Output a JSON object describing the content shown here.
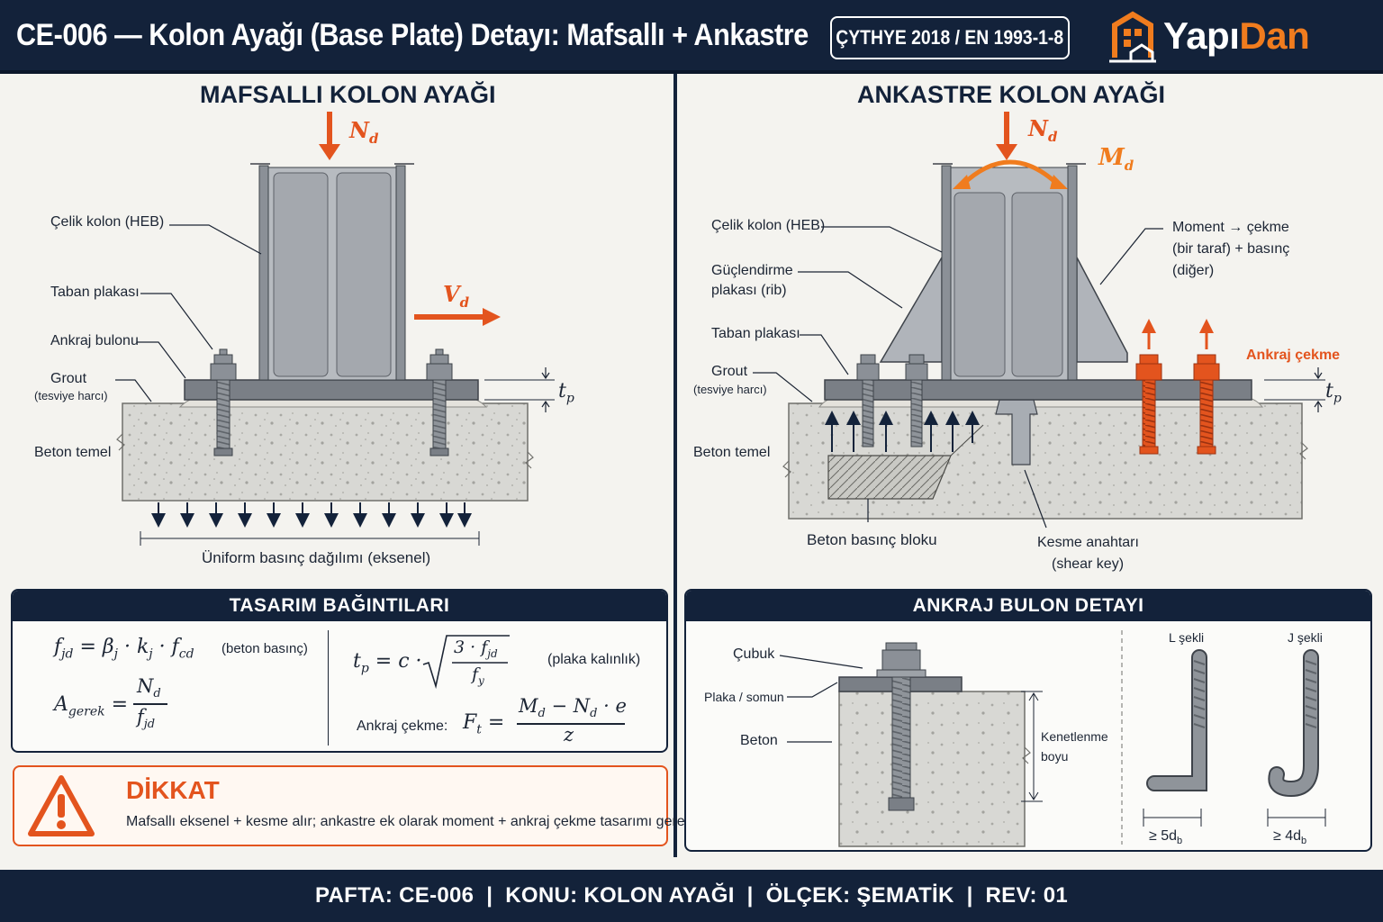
{
  "header": {
    "title": "CE-006 — Kolon Ayağı (Base Plate) Detayı: Mafsallı + Ankastre",
    "standard": "ÇYTHYE 2018 / EN 1993-1-8",
    "brand_part1": "Yapı",
    "brand_part2": "Dan"
  },
  "left_panel": {
    "title": "MAFSALLI KOLON AYAĞI",
    "load_n": "N",
    "load_n_sub": "d",
    "load_v": "V",
    "load_v_sub": "d",
    "labels": {
      "column": "Çelik kolon (HEB)",
      "base_plate": "Taban plakası",
      "anchor_bolt": "Ankraj bulonu",
      "grout": "Grout",
      "grout_sub": "(tesviye harcı)",
      "concrete": "Beton temel",
      "tp": "t",
      "tp_sub": "p",
      "pressure": "Üniform basınç dağılımı (eksenel)"
    }
  },
  "right_panel": {
    "title": "ANKASTRE KOLON AYAĞI",
    "load_n": "N",
    "load_n_sub": "d",
    "load_m": "M",
    "load_m_sub": "d",
    "labels": {
      "column": "Çelik kolon (HEB)",
      "rib1": "Güçlendirme",
      "rib2": "plakası (rib)",
      "base_plate": "Taban plakası",
      "grout": "Grout",
      "grout_sub": "(tesviye harcı)",
      "concrete": "Beton temel",
      "moment1": "Moment → çekme",
      "moment2": "(bir taraf) + basınç",
      "moment3": "(diğer)",
      "anchor_tension": "Ankraj çekme",
      "tp": "t",
      "tp_sub": "p",
      "block": "Beton basınç bloku",
      "shear_key1": "Kesme anahtarı",
      "shear_key2": "(shear key)"
    }
  },
  "formulas": {
    "title": "TASARIM BAĞINTILARI",
    "f1_note": "(beton basınç)",
    "f2_note": "(plaka kalınlık)",
    "f4_label": "Ankraj çekme:",
    "f1_lhs": "f",
    "f1_lhs_sub": "jd",
    "f1_rhs_b": "β",
    "f1_rhs_b_sub": "j",
    "f1_rhs_k": "k",
    "f1_rhs_k_sub": "j",
    "f1_rhs_f": "f",
    "f1_rhs_f_sub": "cd",
    "f3_lhs": "A",
    "f3_lhs_sub": "gerek",
    "f3_num": "N",
    "f3_num_sub": "d",
    "f3_den": "f",
    "f3_den_sub": "jd",
    "f2_lhs": "t",
    "f2_lhs_sub": "p",
    "f2_c": "c",
    "f2_num": "3 · f",
    "f2_num_sub": "jd",
    "f2_den": "f",
    "f2_den_sub": "y",
    "f4_lhs": "F",
    "f4_lhs_sub": "t",
    "f4_num": "M",
    "f4_num_sub1": "d",
    "f4_num_mid": " − N",
    "f4_num_sub2": "d",
    "f4_num_end": " · e",
    "f4_den": "z"
  },
  "anchor_detail": {
    "title": "ANKRAJ BULON DETAYI",
    "rod": "Çubuk",
    "plate_nut": "Plaka / somun",
    "concrete": "Beton",
    "embed1": "Kenetlenme",
    "embed2": "boyu",
    "l_shape": "L şekli",
    "j_shape": "J şekli",
    "l_dim": "≥ 5d",
    "l_dim_sub": "b",
    "j_dim": "≥ 4d",
    "j_dim_sub": "b"
  },
  "warning": {
    "title": "DİKKAT",
    "text": "Mafsallı eksenel + kesme alır; ankastre ek olarak moment + ankraj çekme tasarımı gerektirir."
  },
  "footer": {
    "text": "PAFTA: CE-006  |  KONU: KOLON AYAĞI  |  ÖLÇEK: ŞEMATİK  |  REV: 01"
  },
  "colors": {
    "navy": "#13223a",
    "accent": "#e3541e",
    "steel": "#9da2a8",
    "concrete": "#d6d6d2"
  },
  "icons": [
    "warning-icon",
    "building-logo-icon"
  ]
}
